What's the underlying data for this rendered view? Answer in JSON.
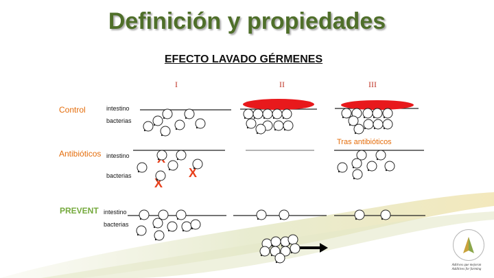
{
  "slide": {
    "title": "Definición y propiedades",
    "subtitle": "EFECTO LAVADO GÉRMENES",
    "columns": [
      "I",
      "II",
      "III"
    ],
    "rows": {
      "control": "Control",
      "antibiotics": "Antibióticos",
      "prevent": "PREVENT"
    },
    "labels": {
      "intestino": "intestino",
      "bacterias": "bacterias",
      "tras_antibioticos": "Tras antibióticos",
      "x_mark": "X"
    },
    "logo_text": [
      "Aditivos que mejoran",
      "Additives for farming"
    ]
  },
  "colors": {
    "title": "#4f6f2a",
    "row_label": "#e46c0a",
    "prevent_label": "#74a93c",
    "column_header": "#c0392b",
    "ellipse": "#e8191c",
    "x_mark": "#e8401c"
  },
  "icons": {
    "bacteria": "bacteria-circle-icon",
    "arrow": "right-arrow-icon",
    "logo": "company-logo-icon"
  }
}
